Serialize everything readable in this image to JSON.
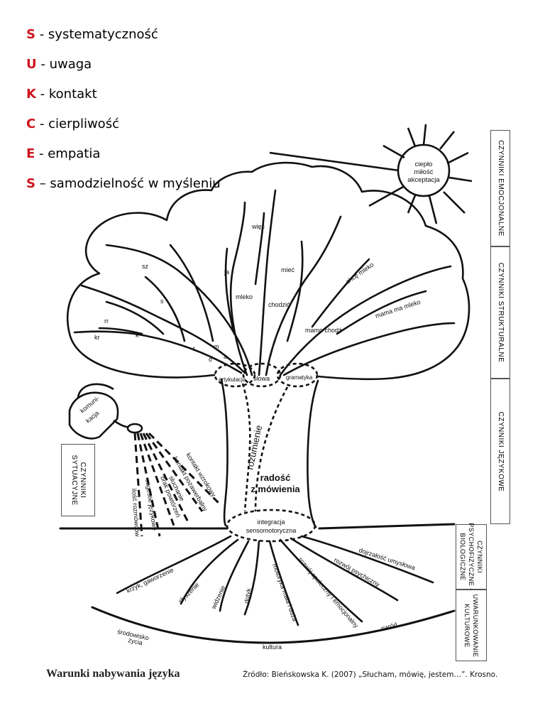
{
  "acronym": [
    {
      "letter": "S",
      "text": " - systematyczność"
    },
    {
      "letter": "U",
      "text": " - uwaga"
    },
    {
      "letter": "K",
      "text": " - kontakt"
    },
    {
      "letter": "C",
      "text": " - cierpliwość"
    },
    {
      "letter": "E",
      "text": " - empatia"
    },
    {
      "letter": "S",
      "text": " – samodzielność  w myśleniu"
    }
  ],
  "sun": {
    "line1": "ciepło",
    "line2": "miłość",
    "line3": "akceptacja"
  },
  "crown_words": {
    "wiec": "więc",
    "sz": "sz",
    "ja": "ja",
    "miec": "mieć",
    "chce_mleko": "chcę mleko",
    "s": "s",
    "mleko": "mleko",
    "chodzic": "chodzić",
    "mama_ma_mleko": "mama ma mleko",
    "rr": "rr",
    "kr": "kr",
    "k": "k",
    "mamo_chodz": "mamo chodź",
    "t": "t",
    "m": "m",
    "o": "o",
    "a": "a",
    "artykulacja": "artykulacja",
    "slowa": "słowa",
    "gramatyka": "gramatyka"
  },
  "trunk": {
    "rozumienie": "rozumienie",
    "radosc_line1": "radość",
    "radosc_line2": "z mówienia",
    "integracja_line1": "integracja",
    "integracja_line2": "sensomotoryczna"
  },
  "can": {
    "line1": "komuni-",
    "line2": "kacja"
  },
  "spray": [
    "kontakt wzrokowy",
    "kontakt pozawerbalny",
    "słuchanie",
    "brak powtórzeń",
    "sugestie językowe",
    "ilość rozmówców"
  ],
  "roots": {
    "krzyk": "krzyk, gaworzenie",
    "slyszenie": "słyszenie",
    "widzenie": "widzenie",
    "dotyk": "dotyk",
    "motoryka": "motoryka mała i duża",
    "rozwoj_spoleczny": "rozwój społeczny i emocjonalny",
    "rozwoj_psychiczny": "rozwój psychiczny",
    "dojrzalosc": "dojrzałość umysłowa",
    "srodowisko_line1": "środowisko",
    "srodowisko_line2": "życia",
    "kultura": "kultura",
    "narod": "naród"
  },
  "side_labels": {
    "emocjonalne": "CZYNNIKI EMOCJONALNE",
    "strukturalne": "CZYNNIKI STRUKTURALNE",
    "jezykowe": "CZYNNIKI JĘZYKOWE",
    "sytuacyjne_line1": "CZYNNIKI",
    "sytuacyjne_line2": "SYTUACYJNE",
    "psycho_line1": "CZYNNIKI",
    "psycho_line2": "PSYCHOFIZYCZNE -",
    "psycho_line3": "BIOLOGICZNE",
    "kulturowe_line1": "UWARUNKOWANIE",
    "kulturowe_line2": "KULTUROWE"
  },
  "caption": "Warunki nabywania języka",
  "source": "Źródło: Bieńskowska K. (2007) „Słucham, mówię, jestem…”. Krosno."
}
